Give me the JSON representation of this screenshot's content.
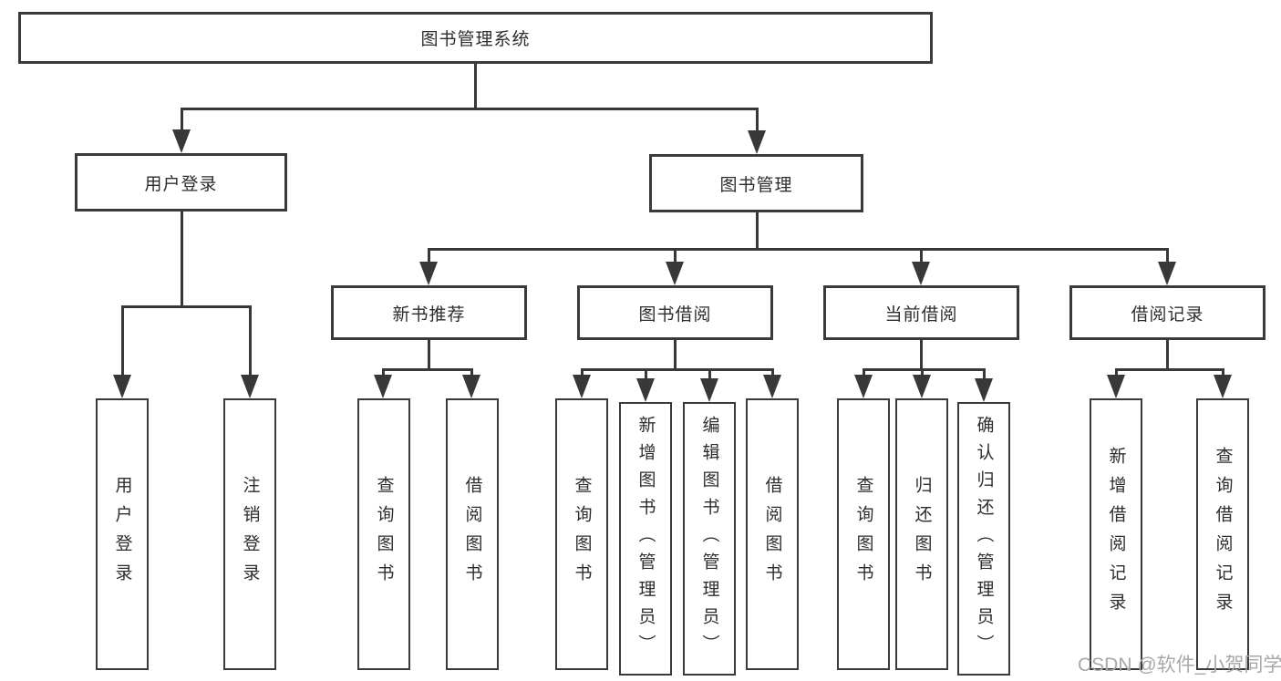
{
  "diagram": {
    "title": "图书管理系统",
    "root": {
      "label": "图书管理系统"
    },
    "level2": [
      {
        "id": "user-login",
        "label": "用户登录"
      },
      {
        "id": "book-management",
        "label": "图书管理"
      }
    ],
    "level3": [
      {
        "id": "new-book-recommend",
        "label": "新书推荐",
        "parent": "图书管理"
      },
      {
        "id": "book-borrow",
        "label": "图书借阅",
        "parent": "图书管理"
      },
      {
        "id": "current-borrow",
        "label": "当前借阅",
        "parent": "图书管理"
      },
      {
        "id": "borrow-record",
        "label": "借阅记录",
        "parent": "图书管理"
      }
    ],
    "leaves": [
      {
        "id": "leaf-user-login",
        "label": "用户登录",
        "parent": "用户登录"
      },
      {
        "id": "leaf-logout",
        "label": "注销登录",
        "parent": "用户登录"
      },
      {
        "id": "leaf-query-book-1",
        "label": "查询图书",
        "parent": "新书推荐"
      },
      {
        "id": "leaf-borrow-book-1",
        "label": "借阅图书",
        "parent": "新书推荐"
      },
      {
        "id": "leaf-query-book-2",
        "label": "查询图书",
        "parent": "图书借阅"
      },
      {
        "id": "leaf-add-book-admin",
        "label": "新增图书（管理员）",
        "parent": "图书借阅"
      },
      {
        "id": "leaf-edit-book-admin",
        "label": "编辑图书（管理员）",
        "parent": "图书借阅"
      },
      {
        "id": "leaf-borrow-book-2",
        "label": "借阅图书",
        "parent": "图书借阅"
      },
      {
        "id": "leaf-query-book-3",
        "label": "查询图书",
        "parent": "当前借阅"
      },
      {
        "id": "leaf-return-book",
        "label": "归还图书",
        "parent": "当前借阅"
      },
      {
        "id": "leaf-confirm-return-admin",
        "label": "确认归还（管理员）",
        "parent": "当前借阅"
      },
      {
        "id": "leaf-add-borrow-record",
        "label": "新增借阅记录",
        "parent": "借阅记录"
      },
      {
        "id": "leaf-query-borrow-record",
        "label": "查询借阅记录",
        "parent": "借阅记录"
      }
    ],
    "watermark": "CSDN @软件_小贺同学",
    "colors": {
      "line": "#383838",
      "box_border": "#3a3a3a",
      "text": "#2d2d2d",
      "watermark": "#a8a8a8",
      "background": "#ffffff"
    }
  }
}
